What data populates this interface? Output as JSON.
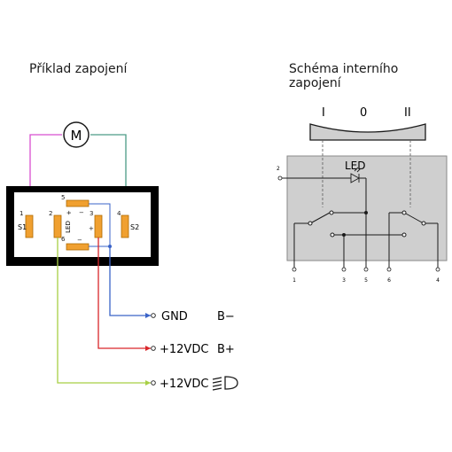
{
  "titles": {
    "left": "Příklad zapojení",
    "right": "Schéma interního zapojení"
  },
  "motor_label": "M",
  "connector": {
    "pins": [
      "1",
      "2",
      "3",
      "4",
      "5",
      "6"
    ],
    "s1": "S1",
    "s2": "S2",
    "led": "LED",
    "plus": "+",
    "minus": "−"
  },
  "wires": {
    "gnd": {
      "label": "GND",
      "terminal": "B−",
      "color": "#3a63c8"
    },
    "b_plus": {
      "label": "+12VDC",
      "terminal": "B+",
      "color": "#d9262a"
    },
    "lamp": {
      "label": "+12VDC",
      "color": "#a8cf45"
    },
    "motor_left": {
      "color": "#d84fd0"
    },
    "motor_right": {
      "color": "#4c9c86"
    }
  },
  "schematic": {
    "positions": [
      "I",
      "0",
      "II"
    ],
    "led": "LED",
    "pins": [
      "2",
      "1",
      "3",
      "5",
      "6",
      "4"
    ]
  },
  "colors": {
    "pad": "#f0a030",
    "pad_border": "#b06a00",
    "box_fill": "#cfcfcf",
    "box_border": "#8a8a8a"
  }
}
